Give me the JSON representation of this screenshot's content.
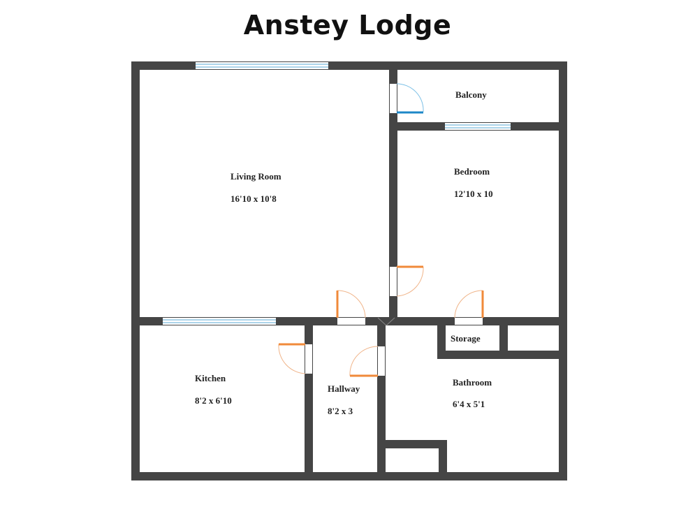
{
  "title": "Anstey Lodge",
  "rooms": {
    "living": {
      "name": "Living Room",
      "dims": "16'10 x 10'8"
    },
    "balcony": {
      "name": "Balcony"
    },
    "bedroom": {
      "name": "Bedroom",
      "dims": "12'10 x 10"
    },
    "kitchen": {
      "name": "Kitchen",
      "dims": "8'2 x 6'10"
    },
    "hallway": {
      "name": "Hallway",
      "dims": "8'2 x 3"
    },
    "storage": {
      "name": "Storage"
    },
    "bathroom": {
      "name": "Bathroom",
      "dims": "6'4 x 5'1"
    }
  },
  "colors": {
    "wall": "#454545",
    "window": "#5aa9d6",
    "door": "#f08a3a",
    "balcony_door": "#1e88c8"
  }
}
